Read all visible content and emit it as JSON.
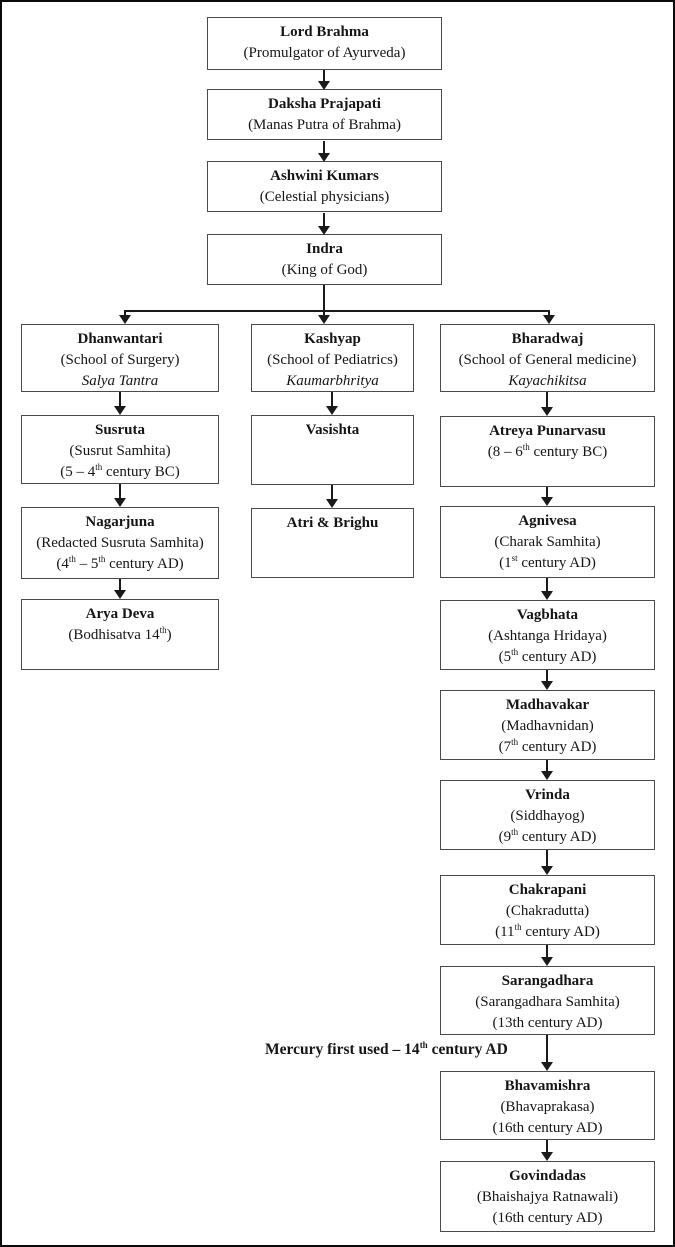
{
  "diagram_title": "Lineage of Ayurveda flowchart",
  "colors": {
    "background": "#ffffff",
    "box_border": "#4a4a4a",
    "line": "#1a1a1a",
    "text": "#151515",
    "frame_border": "#0a0a0a"
  },
  "boxes": {
    "brahma": {
      "title": "Lord Brahma",
      "subtitle": "(Promulgator of Ayurveda)"
    },
    "daksha": {
      "title": "Daksha Prajapati",
      "subtitle": "(Manas Putra of Brahma)"
    },
    "ashwini": {
      "title": "Ashwini Kumars",
      "subtitle": "(Celestial physicians)"
    },
    "indra": {
      "title": "Indra",
      "subtitle": "(King of God)"
    },
    "dhanwantari": {
      "title": "Dhanwantari",
      "subtitle": "(School of Surgery)",
      "sanskrit": "Salya Tantra"
    },
    "kashyap": {
      "title": "Kashyap",
      "subtitle": "(School of Pediatrics)",
      "sanskrit": "Kaumarbhritya"
    },
    "bharadwaj": {
      "title": "Bharadwaj",
      "subtitle": "(School of General medicine)",
      "sanskrit": "Kayachikitsa"
    },
    "susruta": {
      "title": "Susruta",
      "subtitle": "(Susrut Samhita)",
      "period": [
        {
          "t": "(5 – 4"
        },
        {
          "t": "th",
          "sup": true
        },
        {
          "t": " century BC)"
        }
      ]
    },
    "nagarjuna": {
      "title": "Nagarjuna",
      "subtitle": "(Redacted Susruta Samhita)",
      "period": [
        {
          "t": "(4"
        },
        {
          "t": "th",
          "sup": true
        },
        {
          "t": " – 5"
        },
        {
          "t": "th",
          "sup": true
        },
        {
          "t": " century AD)"
        }
      ]
    },
    "arya_deva": {
      "title": "Arya Deva",
      "period": [
        {
          "t": "(Bodhisatva 14"
        },
        {
          "t": "th",
          "sup": true
        },
        {
          "t": ")"
        }
      ]
    },
    "vasishta": {
      "title": "Vasishta"
    },
    "atri_brighu": {
      "title": "Atri & Brighu"
    },
    "atreya": {
      "title": "Atreya Punarvasu",
      "period": [
        {
          "t": "(8 – 6"
        },
        {
          "t": "th",
          "sup": true
        },
        {
          "t": " century BC)"
        }
      ]
    },
    "agnivesa": {
      "title": "Agnivesa",
      "subtitle": "(Charak Samhita)",
      "period": [
        {
          "t": "(1"
        },
        {
          "t": "st",
          "sup": true
        },
        {
          "t": " century AD)"
        }
      ]
    },
    "vagbhata": {
      "title": "Vagbhata",
      "subtitle": "(Ashtanga Hridaya)",
      "period": [
        {
          "t": "(5"
        },
        {
          "t": "th",
          "sup": true
        },
        {
          "t": " century AD)"
        }
      ]
    },
    "madhavakar": {
      "title": "Madhavakar",
      "subtitle": "(Madhavnidan)",
      "period": [
        {
          "t": "(7"
        },
        {
          "t": "th",
          "sup": true
        },
        {
          "t": " century AD)"
        }
      ]
    },
    "vrinda": {
      "title": "Vrinda",
      "subtitle": "(Siddhayog)",
      "period": [
        {
          "t": "(9"
        },
        {
          "t": "th",
          "sup": true
        },
        {
          "t": " century AD)"
        }
      ]
    },
    "chakrapani": {
      "title": "Chakrapani",
      "subtitle": "(Chakradutta)",
      "period": [
        {
          "t": "(11"
        },
        {
          "t": "th",
          "sup": true
        },
        {
          "t": " century AD)"
        }
      ]
    },
    "sarangadhara": {
      "title": "Sarangadhara",
      "subtitle": "(Sarangadhara Samhita)",
      "period": [
        {
          "t": "(13th century AD)"
        }
      ]
    },
    "bhavamishra": {
      "title": "Bhavamishra",
      "subtitle": "(Bhavaprakasa)",
      "period": [
        {
          "t": "(16th century AD)"
        }
      ]
    },
    "govindadas": {
      "title": "Govindadas",
      "subtitle": "(Bhaishajya Ratnawali)",
      "period": [
        {
          "t": "(16th century AD)"
        }
      ]
    }
  },
  "note": {
    "segments": [
      {
        "t": "Mercury first used – 14"
      },
      {
        "t": "th",
        "sup": true
      },
      {
        "t": " century AD"
      }
    ]
  },
  "edges": [
    [
      "brahma",
      "daksha"
    ],
    [
      "daksha",
      "ashwini"
    ],
    [
      "ashwini",
      "indra"
    ],
    [
      "indra",
      "dhanwantari"
    ],
    [
      "indra",
      "kashyap"
    ],
    [
      "indra",
      "bharadwaj"
    ],
    [
      "dhanwantari",
      "susruta"
    ],
    [
      "susruta",
      "nagarjuna"
    ],
    [
      "nagarjuna",
      "arya_deva"
    ],
    [
      "kashyap",
      "vasishta"
    ],
    [
      "vasishta",
      "atri_brighu"
    ],
    [
      "bharadwaj",
      "atreya"
    ],
    [
      "atreya",
      "agnivesa"
    ],
    [
      "agnivesa",
      "vagbhata"
    ],
    [
      "vagbhata",
      "madhavakar"
    ],
    [
      "madhavakar",
      "vrinda"
    ],
    [
      "vrinda",
      "chakrapani"
    ],
    [
      "chakrapani",
      "sarangadhara"
    ],
    [
      "sarangadhara",
      "bhavamishra"
    ],
    [
      "bhavamishra",
      "govindadas"
    ]
  ]
}
